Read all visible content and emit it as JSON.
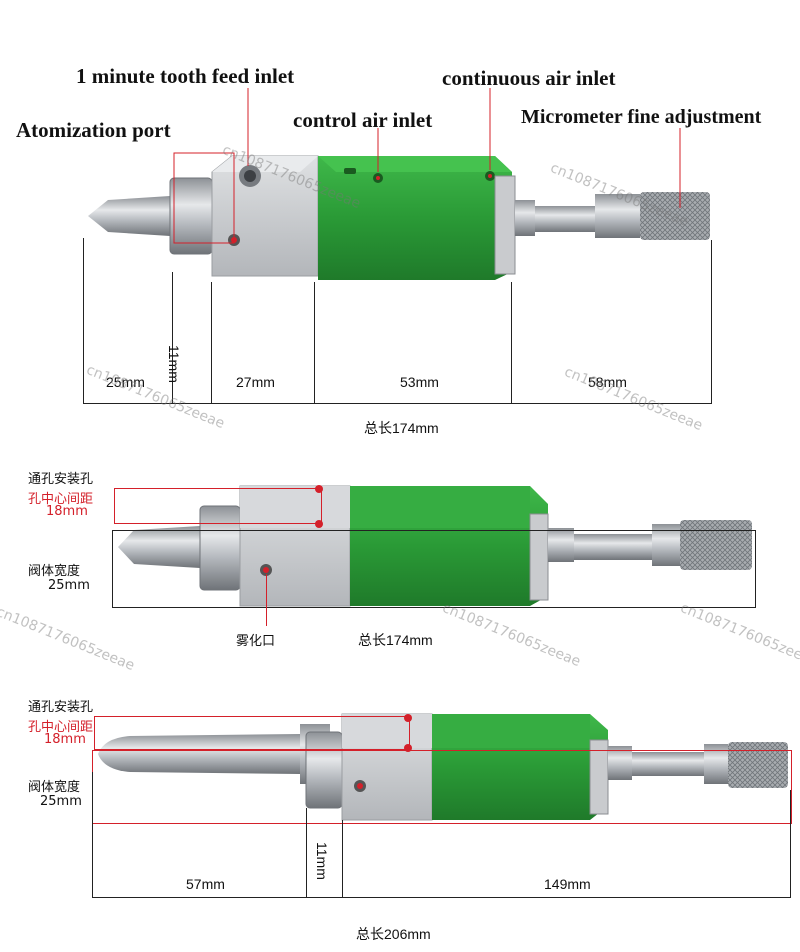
{
  "top": {
    "labels": {
      "feed_inlet": "1 minute tooth feed inlet",
      "continuous_air": "continuous air inlet",
      "atomization_port": "Atomization port",
      "control_air": "control air inlet",
      "micrometer": "Micrometer fine adjustment"
    },
    "dims": [
      "25mm",
      "11mm",
      "27mm",
      "53mm",
      "58mm"
    ],
    "total": "总长174mm"
  },
  "middle": {
    "through_hole": "通孔安装孔",
    "hole_spacing": "孔中心间距",
    "hole_spacing_value": "18mm",
    "body_width": "阀体宽度",
    "body_width_value": "25mm",
    "atomization_port": "雾化口",
    "total": "总长174mm"
  },
  "bottom": {
    "through_hole": "通孔安装孔",
    "hole_spacing": "孔中心间距",
    "hole_spacing_value": "18mm",
    "body_width": "阀体宽度",
    "body_width_value": "25mm",
    "dims": [
      "57mm",
      "11mm",
      "149mm"
    ],
    "total": "总长206mm"
  },
  "watermark": "cn1087176065zeeae",
  "colors": {
    "green": "#2f9a3a",
    "aluminum": "#c9cbce",
    "steel": "#a9adb2",
    "red": "#d4202a"
  }
}
